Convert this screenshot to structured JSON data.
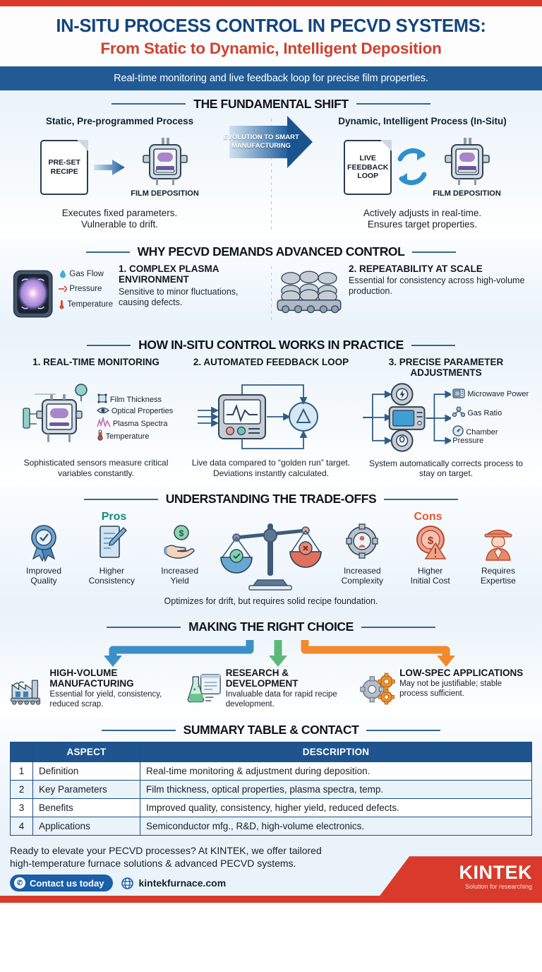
{
  "brand": {
    "red": "#d93a2b",
    "blue": "#13457e",
    "banner_blue": "#215b96",
    "accent_teal": "#158a74"
  },
  "header": {
    "title_main": "IN-SITU PROCESS CONTROL IN PECVD SYSTEMS:",
    "title_sub": "From Static to Dynamic, Intelligent Deposition",
    "banner": "Real-time monitoring and live feedback loop for precise film properties."
  },
  "section1": {
    "heading": "THE FUNDAMENTAL SHIFT",
    "left": {
      "title": "Static, Pre-programmed Process",
      "doc_label": "PRE-SET RECIPE",
      "chamber_label": "FILM DEPOSITION",
      "note_line1": "Executes fixed parameters.",
      "note_line2": "Vulnerable to drift."
    },
    "arrow_label": "EVOLUTION TO SMART MANUFACTURING",
    "right": {
      "title": "Dynamic, Intelligent Process (In-Situ)",
      "doc_label": "LIVE FEEDBACK LOOP",
      "chamber_label": "FILM DEPOSITION",
      "note_line1": "Actively adjusts in real-time.",
      "note_line2": "Ensures target properties."
    }
  },
  "section2": {
    "heading": "WHY PECVD DEMANDS ADVANCED CONTROL",
    "plasma_labels": [
      "Gas Flow",
      "Pressure",
      "Temperature"
    ],
    "items": [
      {
        "title": "1. COMPLEX PLASMA ENVIRONMENT",
        "body": "Sensitive to minor fluctuations, causing defects."
      },
      {
        "title": "2. REPEATABILITY AT SCALE",
        "body": "Essential for consistency across high-volume production."
      }
    ]
  },
  "section3": {
    "heading": "HOW IN-SITU CONTROL WORKS IN PRACTICE",
    "columns": [
      {
        "title": "1. REAL-TIME MONITORING",
        "sensors": [
          "Film Thickness",
          "Optical Properties",
          "Plasma Spectra",
          "Temperature"
        ],
        "caption": "Sophisticated sensors measure critical variables constantly."
      },
      {
        "title": "2. AUTOMATED FEEDBACK LOOP",
        "caption": "Live data compared to “golden run” target. Deviations instantly calculated."
      },
      {
        "title": "3. PRECISE PARAMETER ADJUSTMENTS",
        "outputs": [
          "Microwave Power",
          "Gas Ratio",
          "Chamber Pressure"
        ],
        "caption": "System automatically corrects process to stay on target."
      }
    ]
  },
  "section4": {
    "heading": "UNDERSTANDING THE TRADE-OFFS",
    "pros_label": "Pros",
    "cons_label": "Cons",
    "pros": [
      {
        "icon": "badge-check-icon",
        "line1": "Improved",
        "line2": "Quality"
      },
      {
        "icon": "document-pen-icon",
        "line1": "Higher",
        "line2": "Consistency"
      },
      {
        "icon": "hand-coin-icon",
        "line1": "Increased",
        "line2": "Yield"
      }
    ],
    "cons": [
      {
        "icon": "gear-person-icon",
        "line1": "Increased",
        "line2": "Complexity"
      },
      {
        "icon": "coin-warning-icon",
        "line1": "Higher",
        "line2": "Initial Cost"
      },
      {
        "icon": "engineer-icon",
        "line1": "Requires",
        "line2": "Expertise"
      }
    ],
    "footnote": "Optimizes for drift, but requires solid recipe foundation."
  },
  "section5": {
    "heading": "MAKING THE RIGHT CHOICE",
    "items": [
      {
        "icon": "factory-icon",
        "color": "#3b90c8",
        "title": "HIGH-VOLUME MANUFACTURING",
        "body": "Essential for yield, consistency, reduced scrap."
      },
      {
        "icon": "flask-lab-icon",
        "color": "#5cb87a",
        "title": "RESEARCH & DEVELOPMENT",
        "body": "Invaluable data for rapid recipe development."
      },
      {
        "icon": "gears-icon",
        "color": "#f08a2c",
        "title": "LOW-SPEC APPLICATIONS",
        "body": "May not be justifiable; stable process sufficient."
      }
    ]
  },
  "section6": {
    "heading": "SUMMARY TABLE & CONTACT",
    "table": {
      "columns": [
        "",
        "ASPECT",
        "DESCRIPTION"
      ],
      "rows": [
        {
          "idx": "1",
          "aspect": "Definition",
          "description": "Real-time monitoring & adjustment during deposition."
        },
        {
          "idx": "2",
          "aspect": "Key Parameters",
          "description": "Film thickness, optical properties, plasma spectra, temp."
        },
        {
          "idx": "3",
          "aspect": "Benefits",
          "description": "Improved quality, consistency, higher yield, reduced defects."
        },
        {
          "idx": "4",
          "aspect": "Applications",
          "description": "Semiconductor mfg., R&D, high-volume electronics."
        }
      ]
    }
  },
  "contact": {
    "line1": "Ready to elevate your PECVD processes? At KINTEK, we offer tailored",
    "line2": "high-temperature furnace solutions & advanced PECVD systems.",
    "cta": "Contact us today",
    "website": "kintekfurnace.com",
    "logo_name": "KINTEK",
    "logo_tagline": "Solution for researching"
  }
}
